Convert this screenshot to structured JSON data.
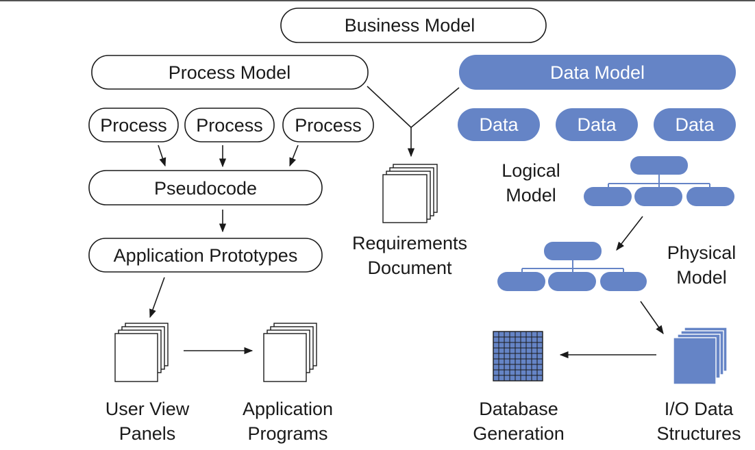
{
  "colors": {
    "accent": "#6584c6",
    "ink": "#1a1a1a",
    "background": "#ffffff"
  },
  "business_model": "Business Model",
  "process_model": {
    "title": "Process Model",
    "processes": [
      "Process",
      "Process",
      "Process"
    ],
    "pseudocode": "Pseudocode",
    "application_prototypes": "Application Prototypes",
    "user_view_panels": [
      "User View",
      "Panels"
    ],
    "application_programs": [
      "Application",
      "Programs"
    ]
  },
  "requirements_document": [
    "Requirements",
    "Document"
  ],
  "data_model": {
    "title": "Data Model",
    "data_items": [
      "Data",
      "Data",
      "Data"
    ],
    "logical_model": [
      "Logical",
      "Model"
    ],
    "physical_model": [
      "Physical",
      "Model"
    ],
    "database_generation": [
      "Database",
      "Generation"
    ],
    "io_data_structures": [
      "I/O Data",
      "Structures"
    ]
  }
}
